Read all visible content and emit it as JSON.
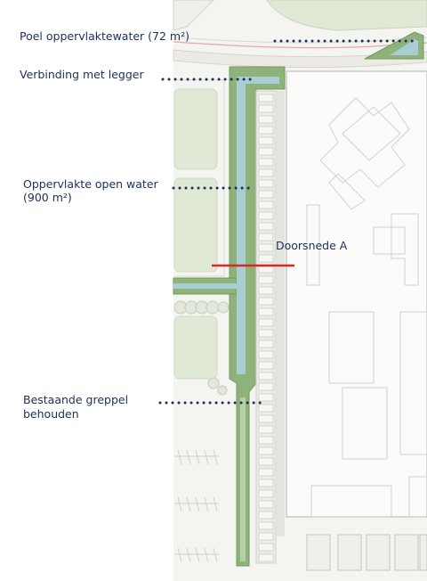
{
  "labels": {
    "poel": "Poel oppervlaktewater (72 m²)",
    "verbinding": "Verbinding met legger",
    "oppervlakte_line1": "Oppervlakte open water",
    "oppervlakte_line2": "(900 m²)",
    "greppel_line1": "Bestaande greppel",
    "greppel_line2": "behouden",
    "doorsnede": "Doorsnede A"
  },
  "colors": {
    "annotation_text": "#1e2f5a",
    "leader_dots": "#1e2f5a",
    "section_line": "#e0242c",
    "water": "#a8cdd3",
    "green_strip": "#8fb27a",
    "green_strip_dark": "#6f9a5c",
    "grass": "#dfe9d6",
    "building_outline": "#c9c9c9"
  }
}
